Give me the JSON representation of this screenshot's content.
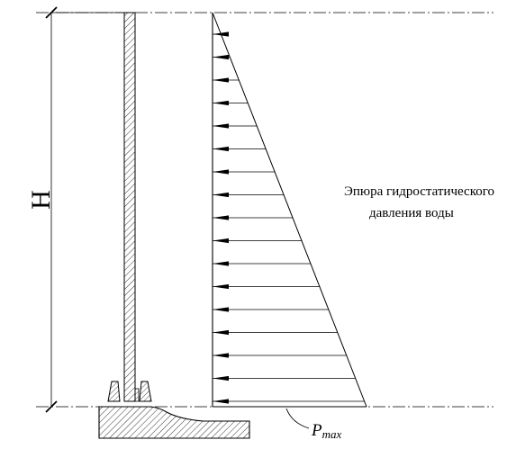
{
  "diagram": {
    "height_label": "H",
    "caption_line1": "Эпюра  гидростатического",
    "caption_line2": "давления воды",
    "pmax_main": "P",
    "pmax_sub": "max"
  },
  "pressure_arrow_count": 17,
  "colors": {
    "ink": "#000000",
    "background": "#ffffff"
  }
}
